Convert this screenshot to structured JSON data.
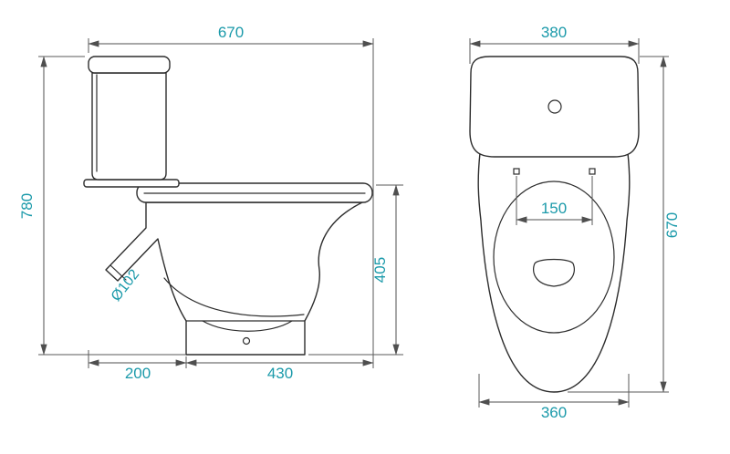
{
  "drawing": {
    "subject": "toilet-technical-drawing",
    "views": {
      "side_view_name": "side-view",
      "top_view_name": "top-view"
    }
  },
  "colors": {
    "dim_text": "#1b9aaa",
    "outline": "#2d2d2d",
    "dim_line": "#4f4f4f",
    "background": "#ffffff"
  },
  "side_view": {
    "labels": {
      "overall_width": "670",
      "overall_height": "780",
      "seat_height": "405",
      "rear_to_outlet": "200",
      "outlet_to_front": "430",
      "outlet_diameter": "Ø102"
    }
  },
  "top_view": {
    "labels": {
      "tank_width": "380",
      "overall_depth": "670",
      "bolt_spacing": "150",
      "bowl_width": "360"
    }
  }
}
